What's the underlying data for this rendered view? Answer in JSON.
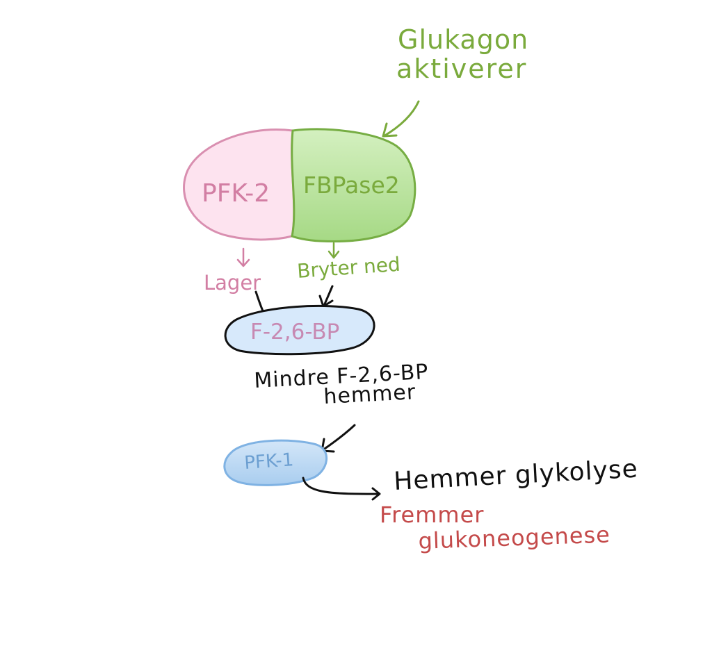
{
  "labels": {
    "glucagon_line1": "Glukagon",
    "glucagon_line2": "aktiverer",
    "pfk2": "PFK-2",
    "fbpase2": "FBPase2",
    "lager": "Lager",
    "bryter_ned": "Bryter ned",
    "f26bp": "F-2,6-BP",
    "mindre_line1": "Mindre F-2,6-BP",
    "mindre_line2": "hemmer",
    "pfk1": "PFK-1",
    "hemmer_glykolyse": "Hemmer glykolyse",
    "fremmer_line1": "Fremmer",
    "fremmer_line2": "glukoneogenese"
  },
  "colors": {
    "green_text": "#7aaa3c",
    "pink_text": "#d27ea3",
    "black_text": "#111111",
    "red_text": "#c44a4a",
    "pfk2_fill": "#fde3ef",
    "pfk2_stroke": "#d98fb0",
    "fbpase2_fill": "#b7e39b",
    "fbpase2_stroke": "#76ad43",
    "f26bp_fill": "#d7e9fb",
    "pfk1_fill": "#b9d8f5",
    "pfk1_stroke": "#7fb2e3"
  }
}
